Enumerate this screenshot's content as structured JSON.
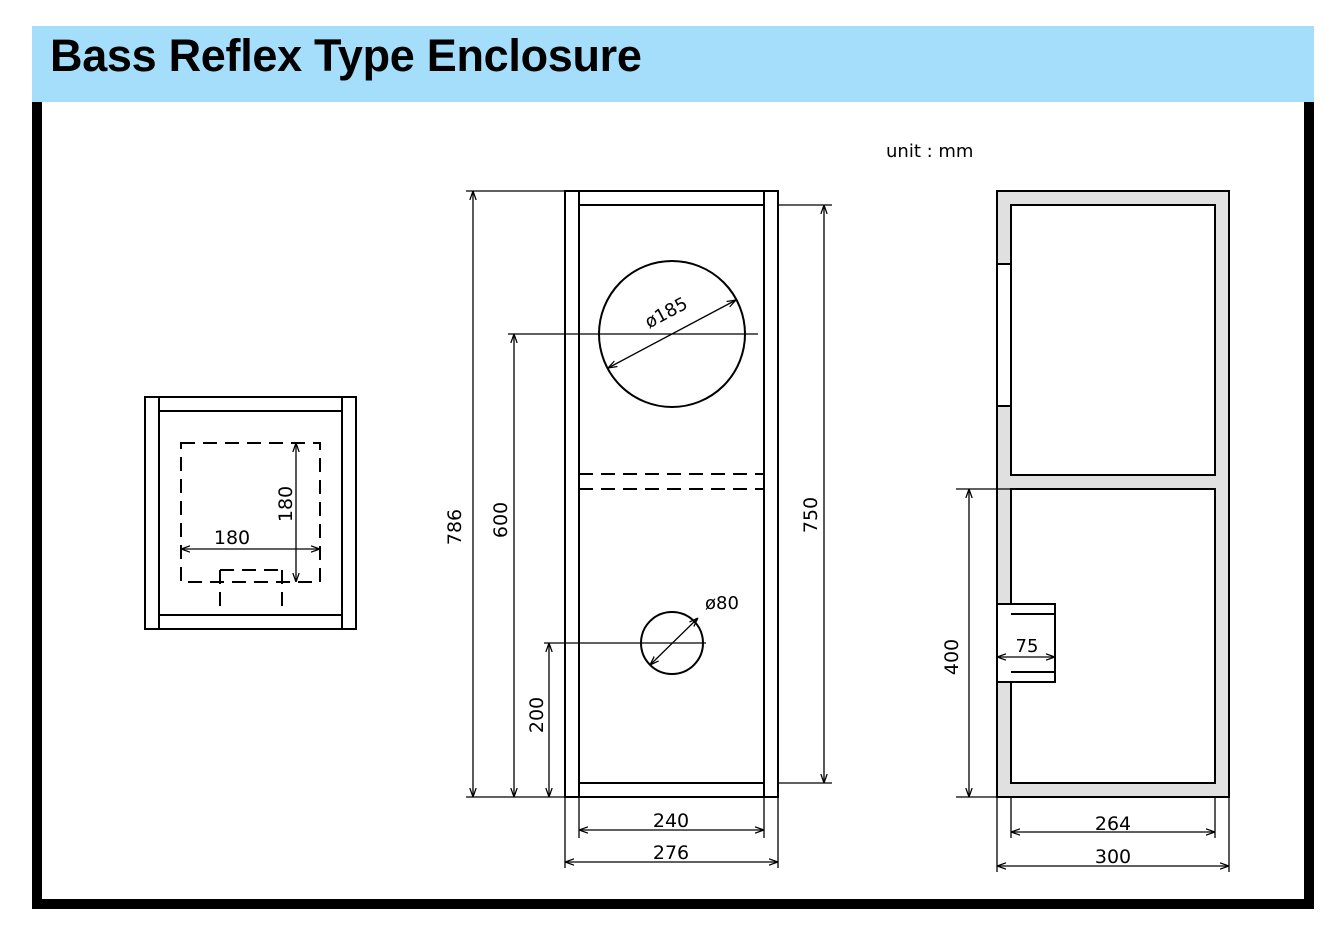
{
  "header": {
    "title": "Bass Reflex Type Enclosure"
  },
  "unit_note": "unit : mm",
  "top_view": {
    "width_label": "180",
    "height_label": "180"
  },
  "front_view": {
    "overall_height": "786",
    "woofer_height": "600",
    "internal_height": "750",
    "port_height": "200",
    "woofer_diameter": "ø185",
    "port_diameter": "ø80",
    "inner_width": "240",
    "outer_width": "276"
  },
  "side_view": {
    "port_height": "400",
    "port_length": "75",
    "inner_depth": "264",
    "outer_depth": "300"
  },
  "colors": {
    "header_bg": "#a5defa",
    "frame": "#000000",
    "panel_fill": "#e0e0e0",
    "line": "#000000"
  }
}
